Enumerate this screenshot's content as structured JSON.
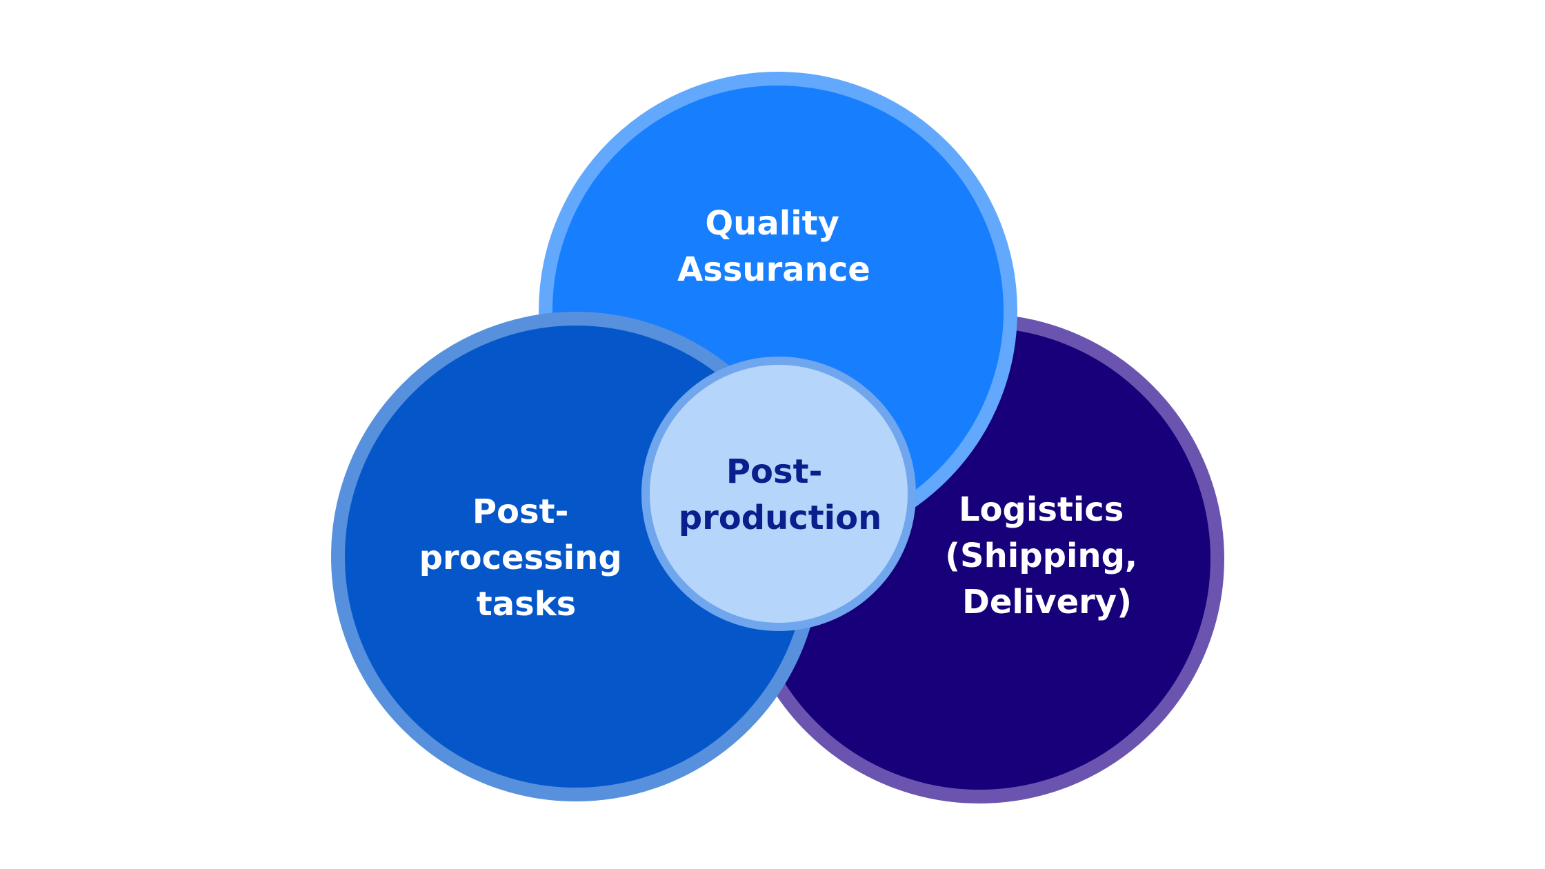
{
  "diagram": {
    "circles": {
      "logistics": {
        "lines": [
          "Logistics",
          "(Shipping,",
          "Delivery)"
        ],
        "fill": "#170079",
        "ring": "#6a54b0",
        "text_color": "#ffffff"
      },
      "quality": {
        "lines": [
          "Quality",
          "Assurance"
        ],
        "fill": "#177efe",
        "ring": "#62a8fc",
        "text_color": "#ffffff"
      },
      "post_processing": {
        "lines": [
          "Post-",
          "processing",
          "tasks"
        ],
        "fill": "#0557c9",
        "ring": "#5790dc",
        "text_color": "#ffffff"
      },
      "center": {
        "lines": [
          "Post-",
          "production"
        ],
        "fill": "#b6d5fb",
        "ring": "#6fa6ed",
        "text_color": "#0a1f8c"
      }
    }
  }
}
